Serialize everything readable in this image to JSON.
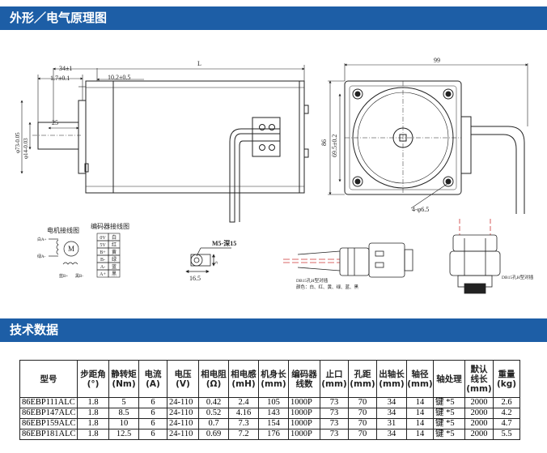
{
  "section1_title": "外形／电气原理图",
  "section2_title": "技术数据",
  "drawing": {
    "dim_34": "34±1",
    "dim_1_7": "1.7±0.1",
    "dim_L": "L",
    "dim_10_2": "10.2±0.5",
    "dim_25": "25",
    "dim_phi73": "φ73-0.05",
    "dim_phi14": "φ14-0.03",
    "dim_99": "99",
    "dim_86": "86",
    "dim_69_5": "69.5±0.2",
    "dim_holes": "4-φ6.5",
    "motor_wiring_title": "电机接线图",
    "encoder_wiring_title": "编码器接线图",
    "motor_symbol": "M",
    "motor_wire_labels": [
      "白A+",
      "绿A-",
      "蓝B+",
      "黑B-"
    ],
    "encoder_pins": [
      {
        "pin": "0V",
        "color": "白"
      },
      {
        "pin": "5V",
        "color": "红"
      },
      {
        "pin": "B+",
        "color": "黄"
      },
      {
        "pin": "B-",
        "color": "绿"
      },
      {
        "pin": "A-",
        "color": "蓝"
      },
      {
        "pin": "A+",
        "color": "黑"
      }
    ],
    "m5_label": "M5-深15",
    "dim_5": "5",
    "dim_16_5": "16.5",
    "db15_note_1": "DB15孔H型对插",
    "db15_note_2": "颜色：白、红、黄、绿、蓝、黑",
    "db15_note_right": "DB15孔H型对插"
  },
  "spec_table": {
    "headers": [
      [
        "型号"
      ],
      [
        "步距角",
        "(°)"
      ],
      [
        "静转矩",
        "(Nm)"
      ],
      [
        "电流",
        "(A)"
      ],
      [
        "电压",
        "(V)"
      ],
      [
        "相电阻",
        "(Ω)"
      ],
      [
        "相电感",
        "(mH)"
      ],
      [
        "机身长",
        "(mm)"
      ],
      [
        "编码器",
        "线数"
      ],
      [
        "止口",
        "(mm)"
      ],
      [
        "孔距",
        "(mm)"
      ],
      [
        "出轴长",
        "(mm)"
      ],
      [
        "轴径",
        "(mm)"
      ],
      [
        "轴处理"
      ],
      [
        "默认",
        "线长",
        "(mm)"
      ],
      [
        "重量",
        "(kg)"
      ]
    ],
    "rows": [
      [
        "86EBP111ALC",
        "1.8",
        "5",
        "6",
        "24-110",
        "0.42",
        "2.4",
        "105",
        "1000P",
        "73",
        "70",
        "34",
        "14",
        "键 *5",
        "2000",
        "2.6"
      ],
      [
        "86EBP147ALC",
        "1.8",
        "8.5",
        "6",
        "24-110",
        "0.52",
        "4.16",
        "143",
        "1000P",
        "73",
        "70",
        "34",
        "14",
        "键 *5",
        "2000",
        "4.2"
      ],
      [
        "86EBP159ALC",
        "1.8",
        "10",
        "6",
        "24-110",
        "0.7",
        "7.3",
        "154",
        "1000P",
        "73",
        "70",
        "31",
        "14",
        "键 *5",
        "2000",
        "4.7"
      ],
      [
        "86EBP181ALC",
        "1.8",
        "12.5",
        "6",
        "24-110",
        "0.69",
        "7.2",
        "176",
        "1000P",
        "73",
        "70",
        "34",
        "14",
        "键 *5",
        "2000",
        "5.5"
      ]
    ]
  }
}
